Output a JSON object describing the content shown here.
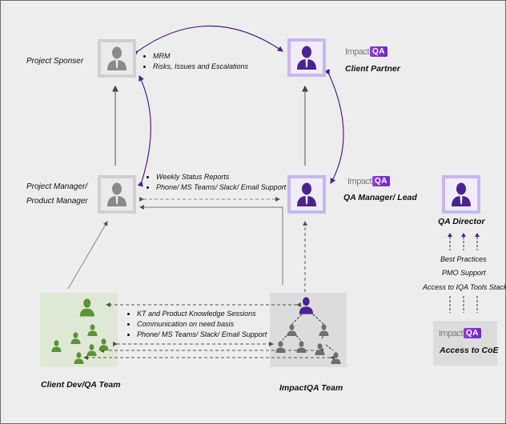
{
  "colors": {
    "purple": "#4a2391",
    "grey_person": "#8a8a8a",
    "green_person": "#5a9435",
    "green_area": "#dfe8d5",
    "grey_area": "#dcdcdc"
  },
  "logo": {
    "impact": "Impact",
    "qa": "QA"
  },
  "nodes": {
    "project_sponsor": {
      "label": "Project Sponser",
      "icon": "person-icon"
    },
    "client_partner": {
      "label": "Client Partner",
      "icon": "person-icon"
    },
    "project_manager": {
      "label_line1": "Project Manager/",
      "label_line2": "Product Manager",
      "icon": "person-icon"
    },
    "qa_manager": {
      "label": "QA Manager/ Lead",
      "icon": "person-icon"
    },
    "qa_director": {
      "label": "QA Director",
      "icon": "person-icon"
    },
    "client_team": {
      "label": "Client Dev/QA Team"
    },
    "impactqa_team": {
      "label": "ImpactQA Team"
    },
    "coe": {
      "label": "Access to CoE"
    }
  },
  "bullets": {
    "sponsor": [
      "MRM",
      "Risks, Issues and Escalations"
    ],
    "manager": [
      "Weekly Status Reports",
      "Phone/ MS Teams/ Slack/ Email Support"
    ],
    "team": [
      "KT and Product Knowledge Sessions",
      "Communication on need basis",
      "Phone/ MS Teams/ Slack/ Email Support"
    ]
  },
  "director_support": [
    "Best Practices",
    "PMO Support",
    "Access to IQA Tools Stack"
  ]
}
